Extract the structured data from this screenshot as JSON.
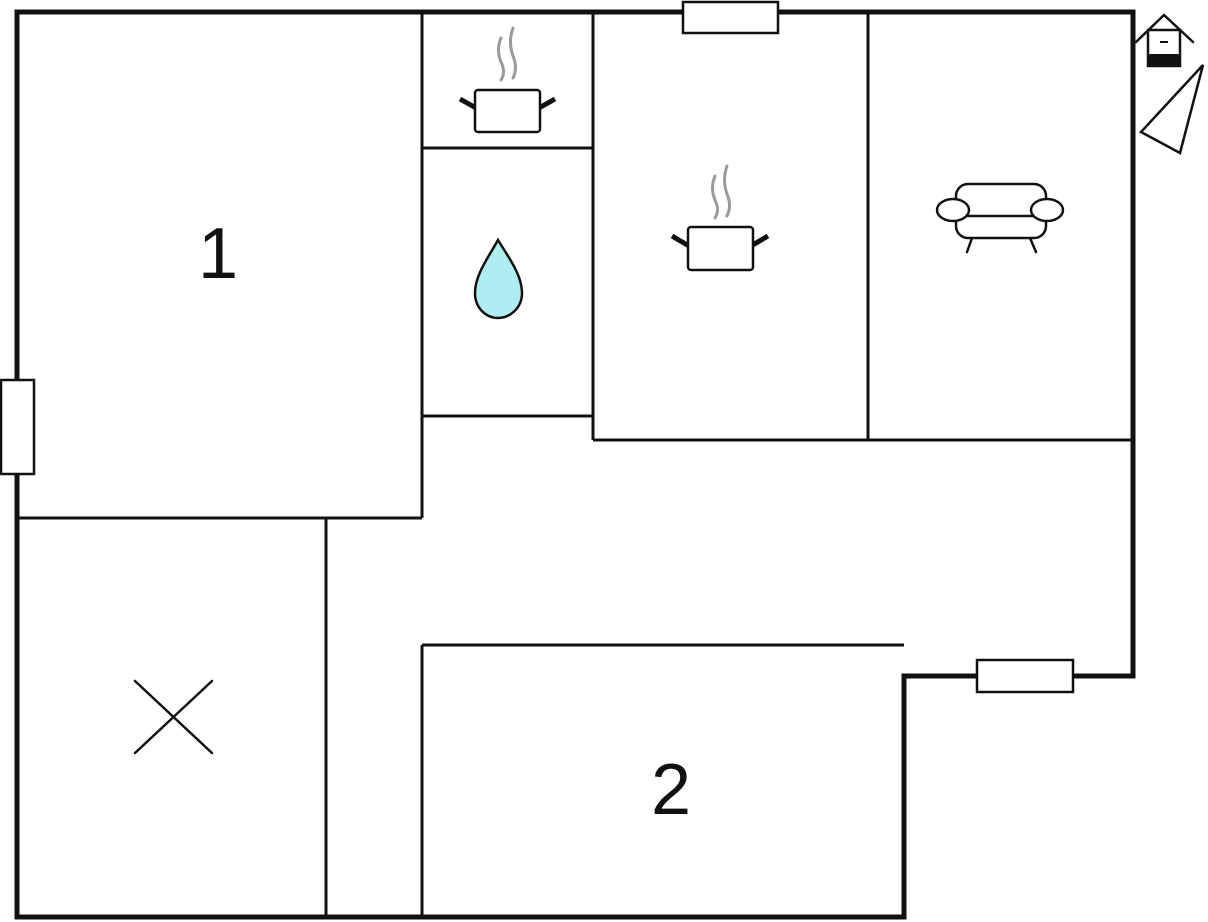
{
  "floor_plan": {
    "rooms": [
      {
        "name": "bedroom-1",
        "label": "1"
      },
      {
        "name": "bedroom-2",
        "label": "2"
      },
      {
        "name": "kitchenette",
        "icon": "pot-icon"
      },
      {
        "name": "bathroom",
        "icon": "water-drop-icon"
      },
      {
        "name": "kitchen",
        "icon": "pot-icon"
      },
      {
        "name": "living-room",
        "icon": "sofa-icon"
      },
      {
        "name": "storage-room",
        "icon": "cross-icon"
      },
      {
        "name": "hallway"
      }
    ],
    "legend": {
      "icons": [
        "house-entrance-icon",
        "north-arrow-icon"
      ]
    },
    "colors": {
      "wall": "#111111",
      "water": "#aeeef0",
      "steam": "#9a9a9a",
      "background": "#ffffff"
    }
  }
}
